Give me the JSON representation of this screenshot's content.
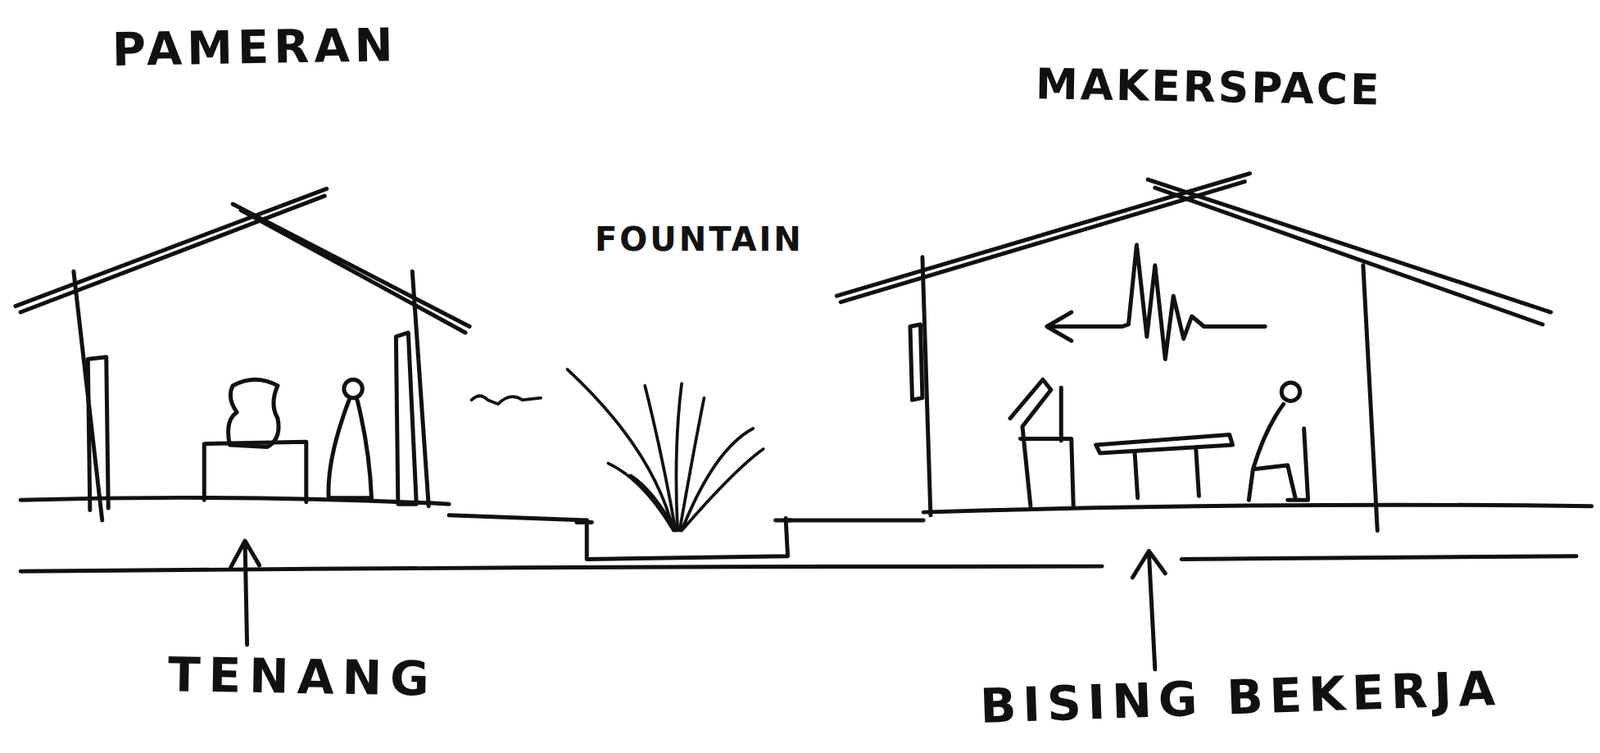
{
  "diagram": {
    "labels": [
      "PAMERAN",
      "MAKERSPACE",
      "FOUNTAIN",
      "TENANG",
      "BISING BEKERJA"
    ]
  }
}
